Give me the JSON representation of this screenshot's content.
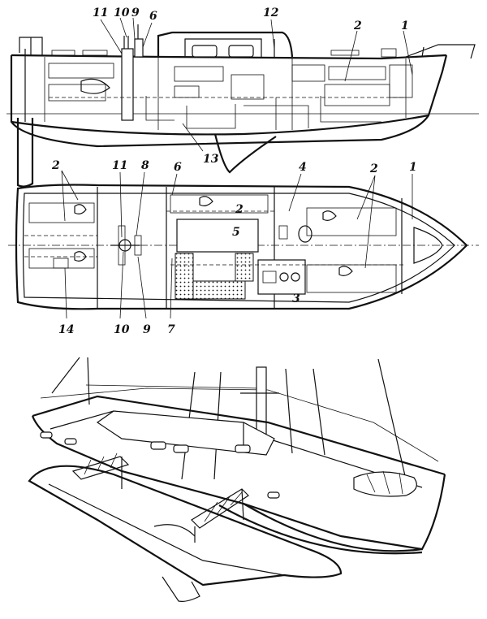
{
  "side_view": {
    "labels": [
      "11",
      "10",
      "9",
      "6",
      "12",
      "2",
      "1",
      "13"
    ]
  },
  "plan_view": {
    "labels_top": [
      "2",
      "11",
      "8",
      "6",
      "4",
      "2",
      "1"
    ],
    "labels_inner": [
      "2",
      "5",
      "3"
    ],
    "labels_bottom": [
      "14",
      "10",
      "9",
      "7"
    ]
  }
}
